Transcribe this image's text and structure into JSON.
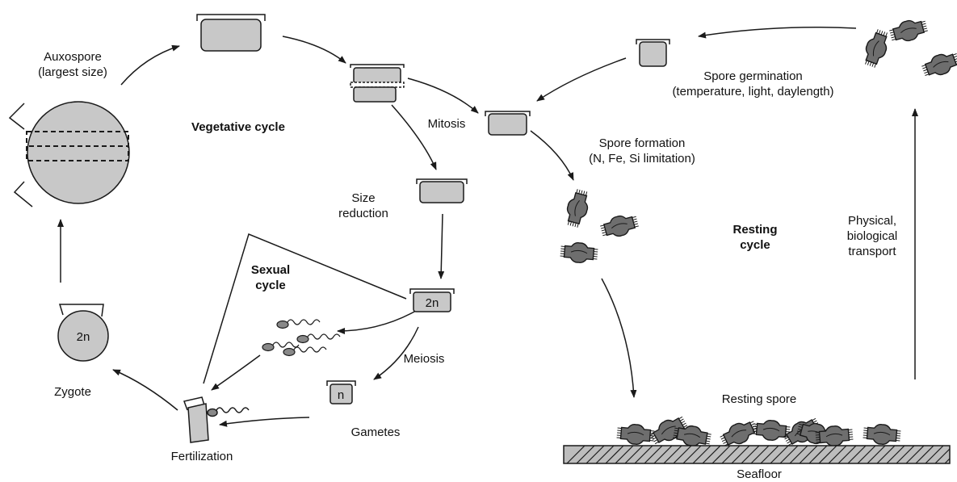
{
  "labels": {
    "auxospore": [
      "Auxospore",
      "(largest size)"
    ],
    "vegetative_cycle": "Vegetative cycle",
    "mitosis": "Mitosis",
    "size_reduction": [
      "Size",
      "reduction"
    ],
    "sexual_cycle": [
      "Sexual",
      "cycle"
    ],
    "meiosis": "Meiosis",
    "gametes": "Gametes",
    "fertilization": "Fertilization",
    "zygote": "Zygote",
    "ploidy_2n": "2n",
    "ploidy_n": "n",
    "spore_formation": [
      "Spore formation",
      "(N, Fe, Si limitation)"
    ],
    "spore_germination": [
      "Spore germination",
      "(temperature, light, daylength)"
    ],
    "resting_cycle": [
      "Resting",
      "cycle"
    ],
    "transport": [
      "Physical,",
      "biological",
      "transport"
    ],
    "resting_spore": "Resting spore",
    "seafloor": "Seafloor"
  },
  "colors": {
    "cell_fill": "#c8c8c8",
    "spore_fill": "#6e6e6e",
    "seafloor_fill": "#bdbdbd",
    "stroke": "#1a1a1a"
  }
}
